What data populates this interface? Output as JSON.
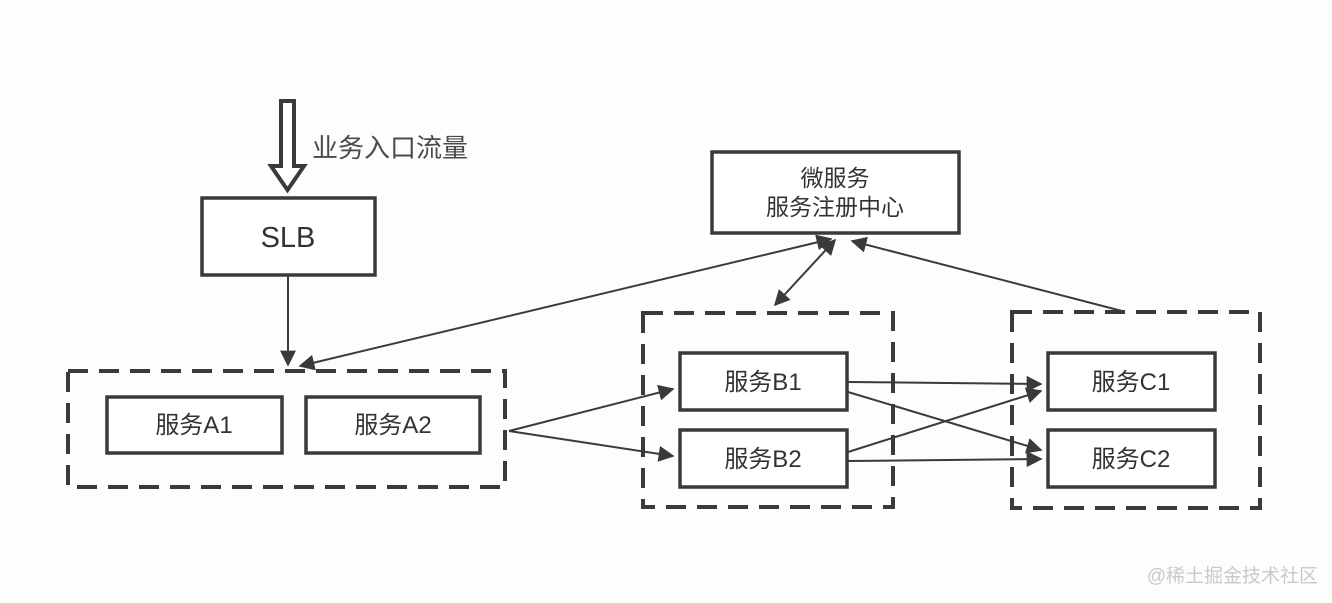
{
  "diagram": {
    "entry_traffic_label": "业务入口流量",
    "slb_label": "SLB",
    "registry": {
      "line1": "微服务",
      "line2": "服务注册中心"
    },
    "group_a": {
      "services": [
        "服务A1",
        "服务A2"
      ]
    },
    "group_b": {
      "services": [
        "服务B1",
        "服务B2"
      ]
    },
    "group_c": {
      "services": [
        "服务C1",
        "服务C2"
      ]
    },
    "watermark": "@稀土掘金技术社区",
    "colors": {
      "line": "#3a3a3a",
      "text": "#333333",
      "watermark": "#c9c9c9",
      "background": "#fdfdfd"
    }
  }
}
